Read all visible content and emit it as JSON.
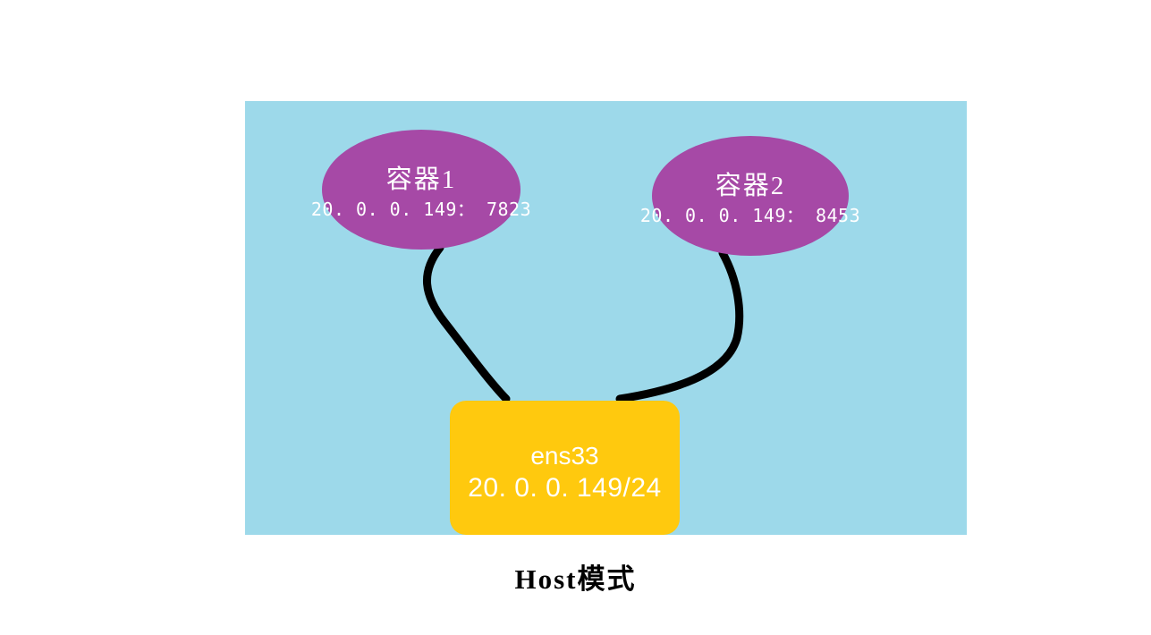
{
  "diagram": {
    "caption": "Host模式",
    "colors": {
      "canvas_background": "#ffffff",
      "network_panel": "#9dd9ea",
      "container_node": "#a649a6",
      "host_interface": "#ffc90e",
      "node_text": "#ffffff",
      "link_line": "#000000",
      "caption_text": "#000000"
    },
    "network_panel": {
      "label": "host-network-area"
    },
    "containers": [
      {
        "title": "容器1",
        "address": "20. 0. 0. 149： 7823"
      },
      {
        "title": "容器2",
        "address": "20. 0. 0. 149： 8453"
      }
    ],
    "host_interface": {
      "name": "ens33",
      "address": "20. 0. 0. 149/24"
    },
    "links": [
      {
        "name": "container-1-to-ens33"
      },
      {
        "name": "container-2-to-ens33"
      }
    ]
  }
}
